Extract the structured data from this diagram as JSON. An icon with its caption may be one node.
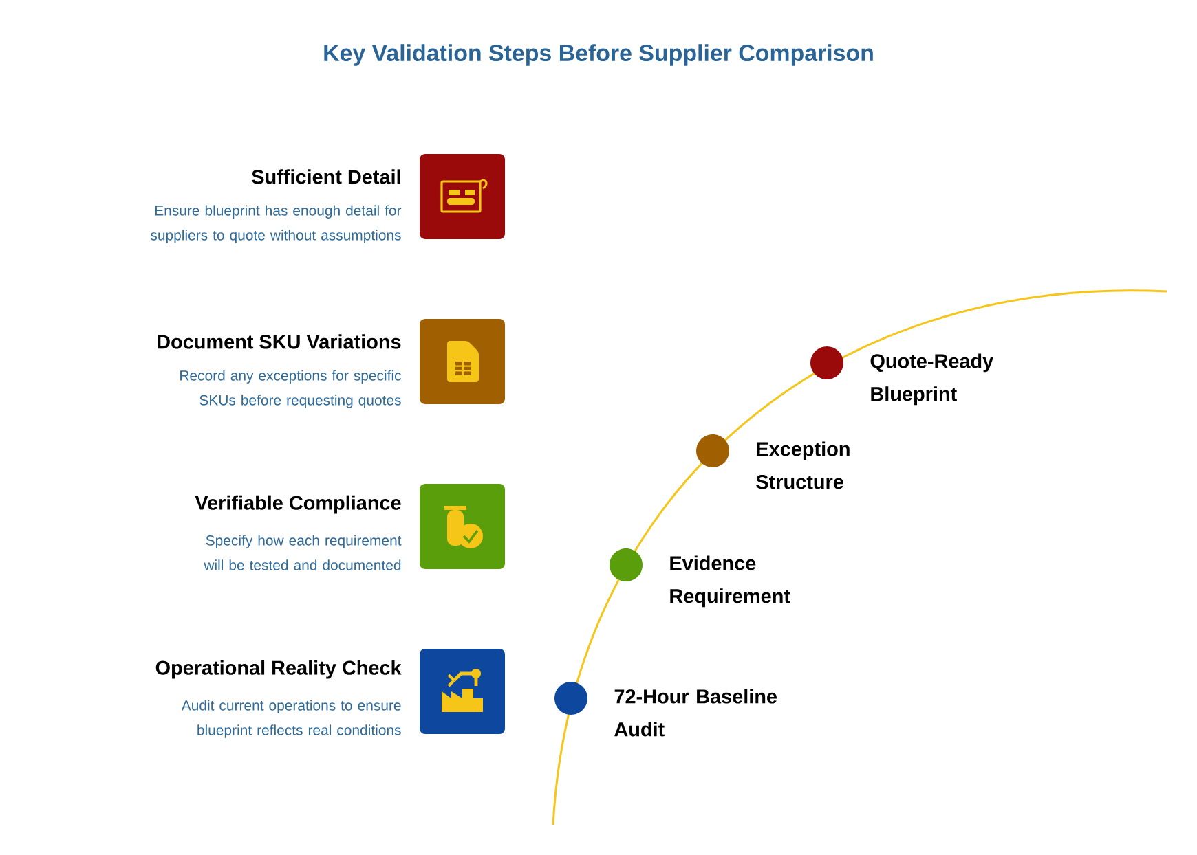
{
  "diagram": {
    "title": "Key Validation Steps Before Supplier Comparison",
    "nodes": [
      {
        "text": [
          "Sufficient Detail",
          "Ensure blueprint has enough detail for suppliers to quote without assumptions"
        ]
      },
      {
        "text": [
          "Document SKU Variations",
          "Record any exceptions for specific SKUs before requesting quotes"
        ]
      },
      {
        "text": [
          "Verifiable Compliance",
          "Specify how each requirement will be tested and documented"
        ]
      },
      {
        "text": [
          "Operational Reality Check",
          "Audit current operations to ensure blueprint reflects real conditions"
        ]
      },
      {
        "text": [],
        "shape": "circle",
        "beside": [
          "Quote-Ready Blueprint"
        ]
      },
      {
        "text": [],
        "shape": "circle",
        "beside": [
          "Exception Structure"
        ]
      },
      {
        "text": [],
        "shape": "circle",
        "beside": [
          "Evidence Requirement"
        ]
      },
      {
        "text": [],
        "shape": "circle",
        "beside": [
          "72-Hour Baseline Audit"
        ]
      }
    ],
    "edges": []
  }
}
